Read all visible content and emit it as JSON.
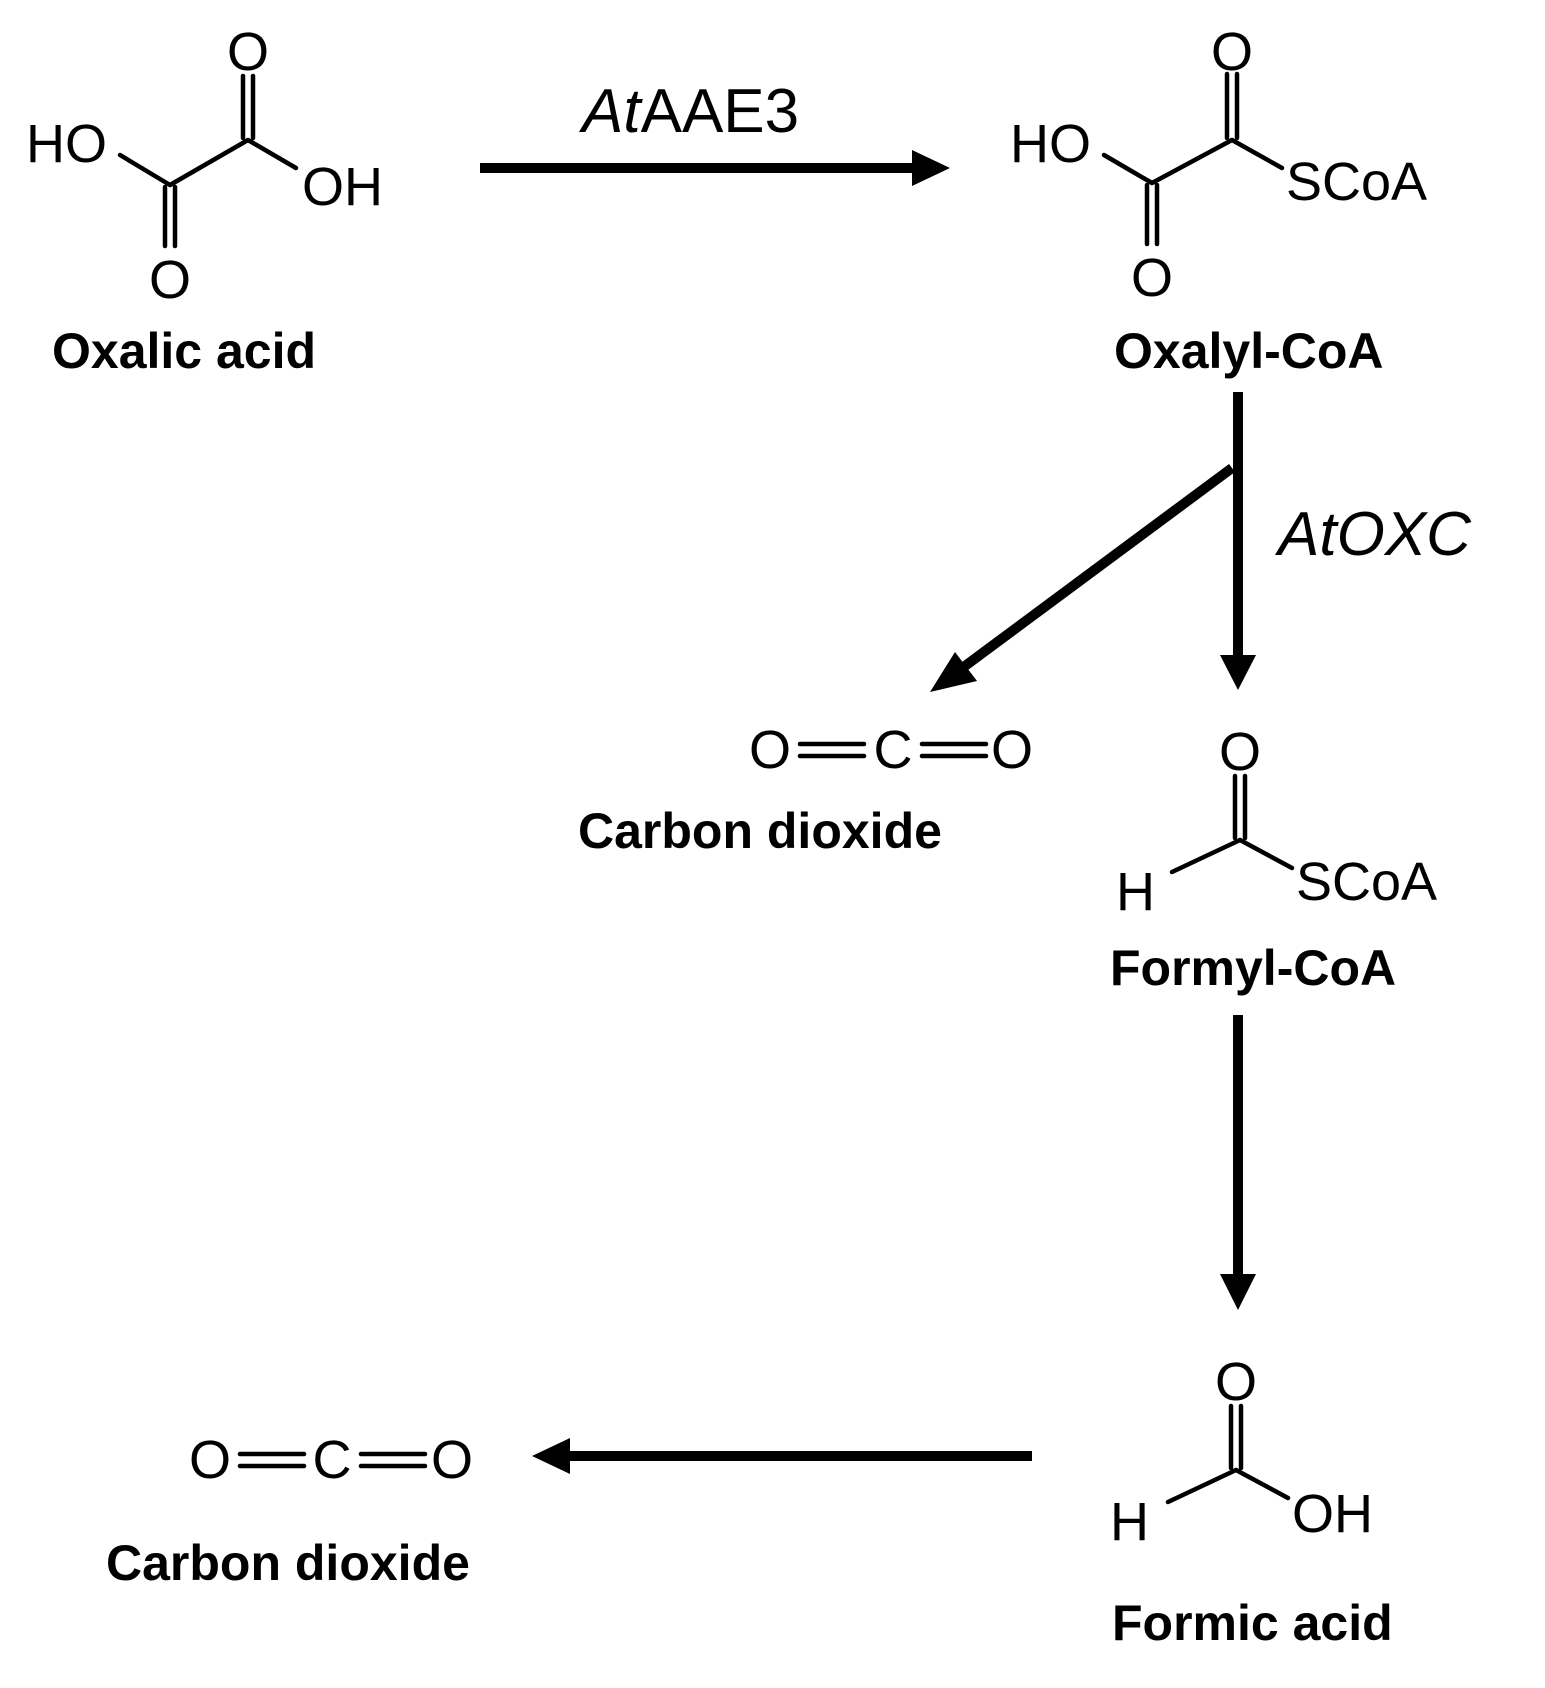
{
  "compounds": {
    "oxalic_acid": {
      "name": "Oxalic acid",
      "atoms": {
        "o_top": "O",
        "ho": "HO",
        "oh": "OH",
        "o_bottom": "O"
      }
    },
    "oxalyl_coa": {
      "name": "Oxalyl-CoA",
      "atoms": {
        "o_top": "O",
        "ho": "HO",
        "scoa": "SCoA",
        "o_bottom": "O"
      }
    },
    "formyl_coa": {
      "name": "Formyl-CoA",
      "atoms": {
        "o_top": "O",
        "h": "H",
        "scoa": "SCoA"
      }
    },
    "formic_acid": {
      "name": "Formic acid",
      "atoms": {
        "o_top": "O",
        "h": "H",
        "oh": "OH"
      }
    },
    "co2_first": {
      "name": "Carbon dioxide",
      "atoms": {
        "o_left": "O",
        "c": "C",
        "o_right": "O"
      }
    },
    "co2_second": {
      "name": "Carbon dioxide",
      "atoms": {
        "o_left": "O",
        "c": "C",
        "o_right": "O"
      }
    }
  },
  "enzymes": {
    "aae3": {
      "prefix": "At",
      "suffix": "AAE3"
    },
    "oxc": {
      "full": "AtOXC"
    }
  }
}
